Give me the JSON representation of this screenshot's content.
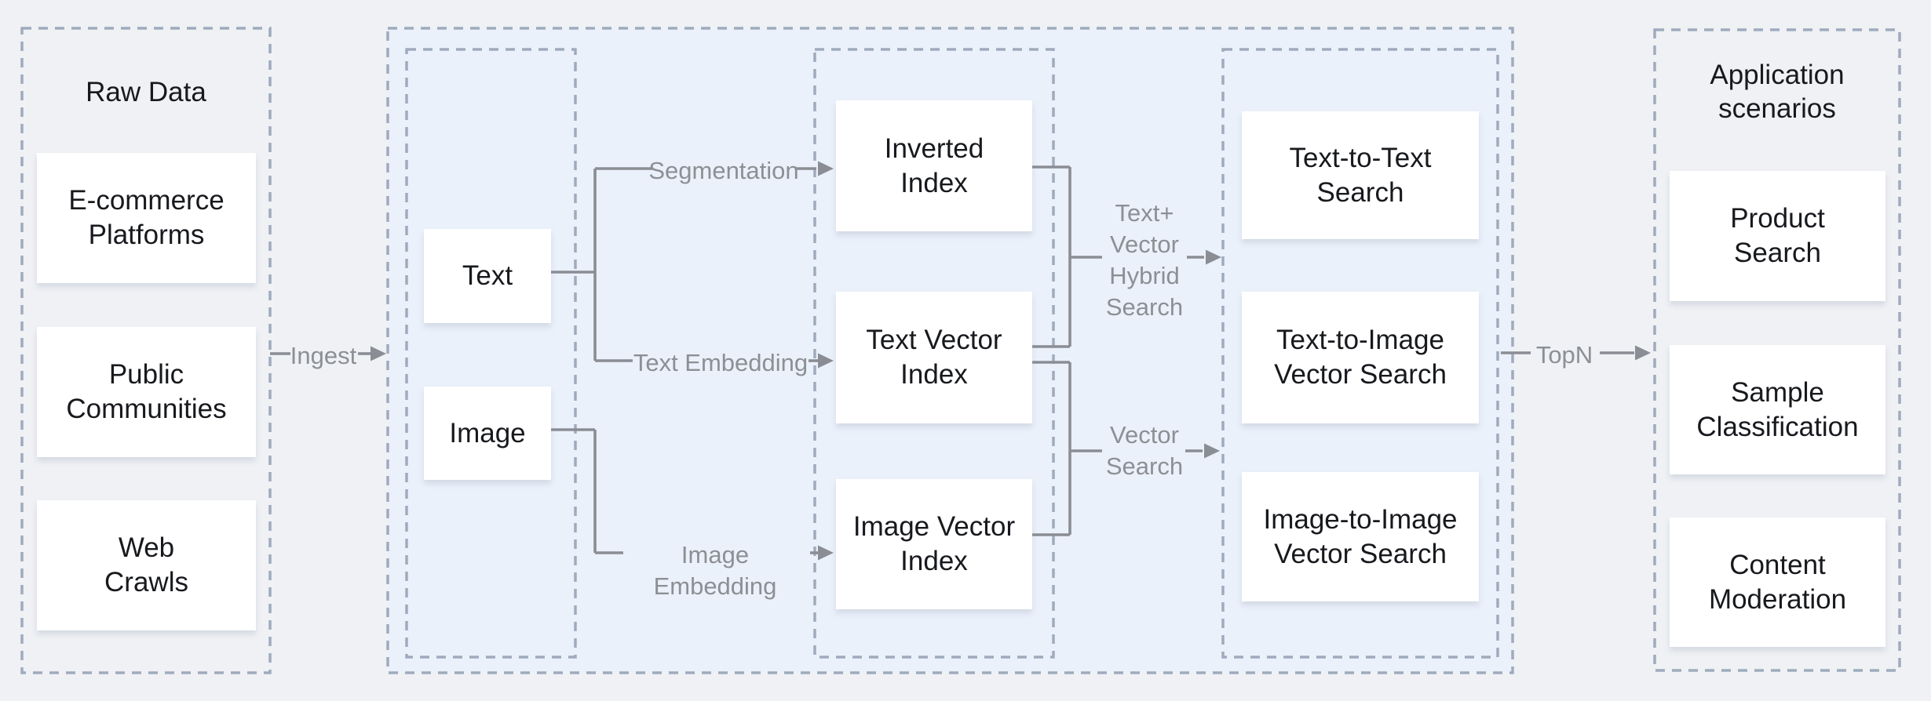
{
  "colors": {
    "page_bg": "#eff1f5",
    "container_bg": "#ebf1fb",
    "dash_border": "#9fabbd",
    "connector": "#8a8e94",
    "label_text": "#8c9095",
    "box_text": "#17191d",
    "box_bg": "#ffffff"
  },
  "raw_data": {
    "title": "Raw Data",
    "boxes": [
      "E-commerce\nPlatforms",
      "Public\nCommunities",
      "Web\nCrawls"
    ]
  },
  "inputs": {
    "boxes": [
      "Text",
      "Image"
    ]
  },
  "indexes": {
    "boxes": [
      "Inverted\nIndex",
      "Text Vector\nIndex",
      "Image Vector\nIndex"
    ]
  },
  "searches": {
    "boxes": [
      "Text-to-Text\nSearch",
      "Text-to-Image\nVector Search",
      "Image-to-Image\nVector Search"
    ]
  },
  "applications": {
    "title": "Application\nscenarios",
    "boxes": [
      "Product\nSearch",
      "Sample\nClassification",
      "Content\nModeration"
    ]
  },
  "connector_labels": {
    "ingest": "Ingest",
    "segmentation": "Segmentation",
    "text_embedding": "Text Embedding",
    "image_embedding": "Image Embedding",
    "hybrid_search": "Text+\nVector\nHybrid\nSearch",
    "vector_search": "Vector\nSearch",
    "topn": "TopN"
  }
}
